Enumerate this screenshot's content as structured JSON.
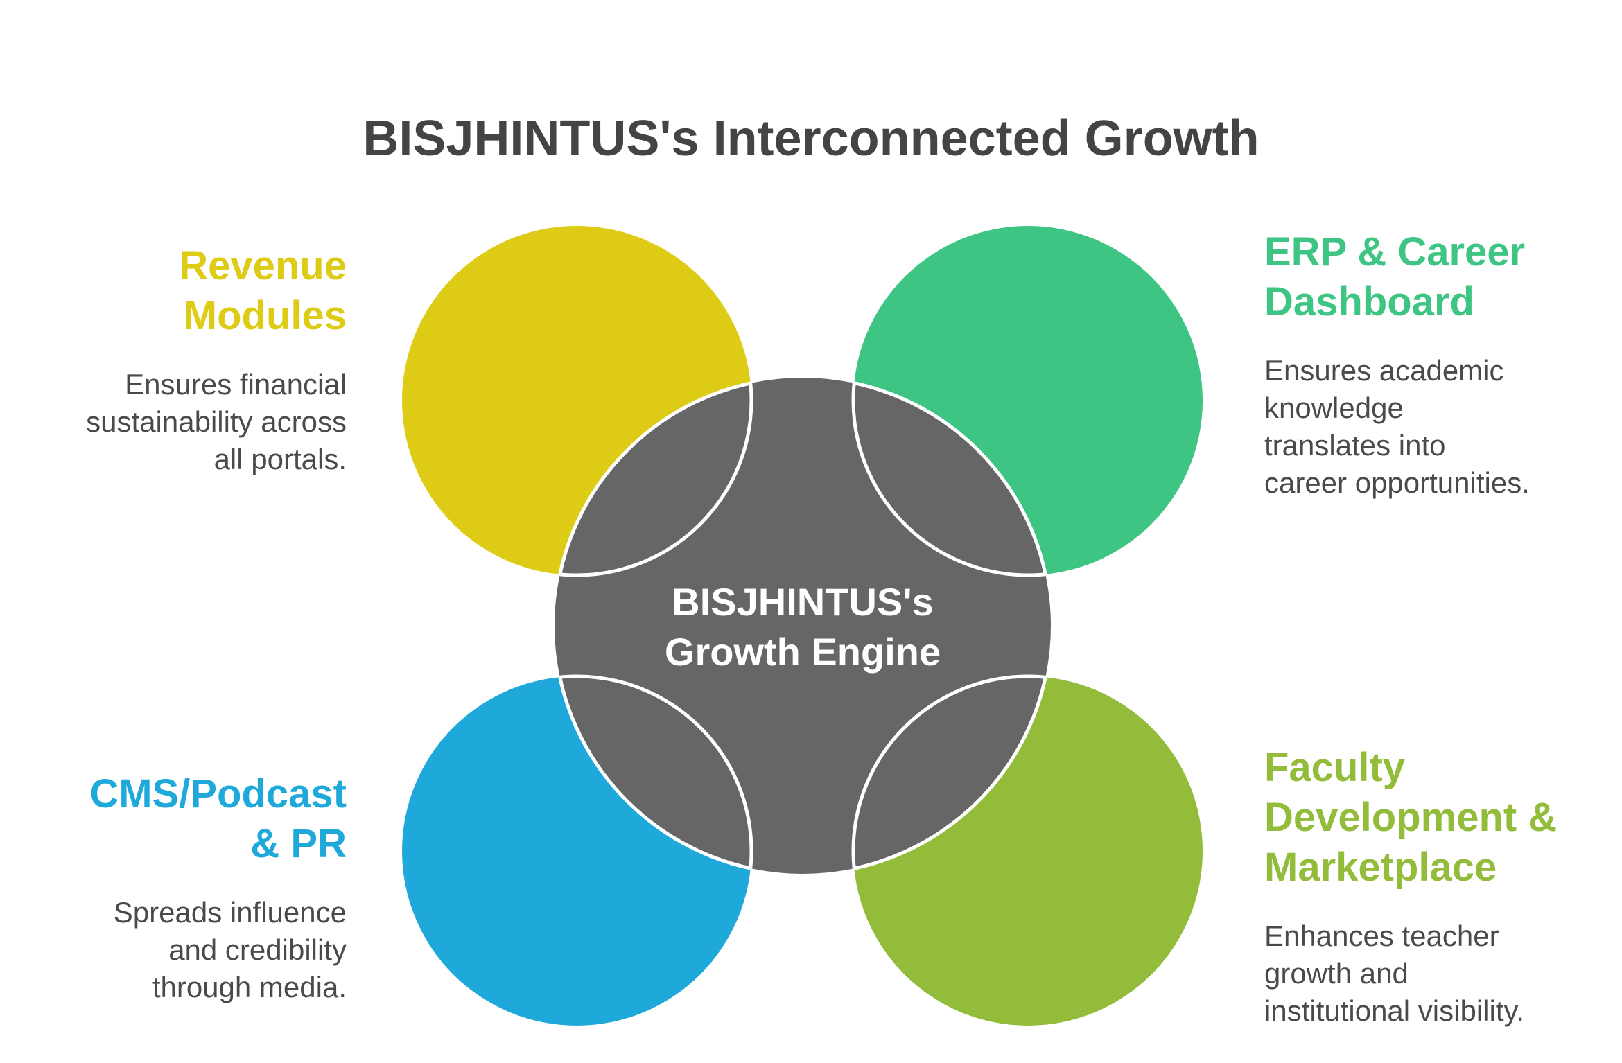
{
  "title": "BISJHINTUS's Interconnected Growth",
  "center": {
    "line1": "BISJHINTUS's",
    "line2": "Growth Engine",
    "color": "#666666"
  },
  "nodes": {
    "revenue": {
      "title_line1": "Revenue",
      "title_line2": "Modules",
      "desc_line1": "Ensures financial",
      "desc_line2": "sustainability across",
      "desc_line3": "all portals.",
      "color": "#DDCB16"
    },
    "erp": {
      "title_line1": "ERP & Career",
      "title_line2": "Dashboard",
      "desc_line1": "Ensures academic",
      "desc_line2": "knowledge",
      "desc_line3": "translates into",
      "desc_line4": "career opportunities.",
      "color": "#3EC584"
    },
    "cms": {
      "title_line1": "CMS/Podcast",
      "title_line2": "& PR",
      "desc_line1": "Spreads influence",
      "desc_line2": "and credibility",
      "desc_line3": "through media.",
      "color": "#1FA9DA"
    },
    "faculty": {
      "title_line1": "Faculty",
      "title_line2": "Development &",
      "title_line3": "Marketplace",
      "desc_line1": "Enhances teacher",
      "desc_line2": "growth and",
      "desc_line3": "institutional visibility.",
      "color": "#92BC3A"
    }
  }
}
